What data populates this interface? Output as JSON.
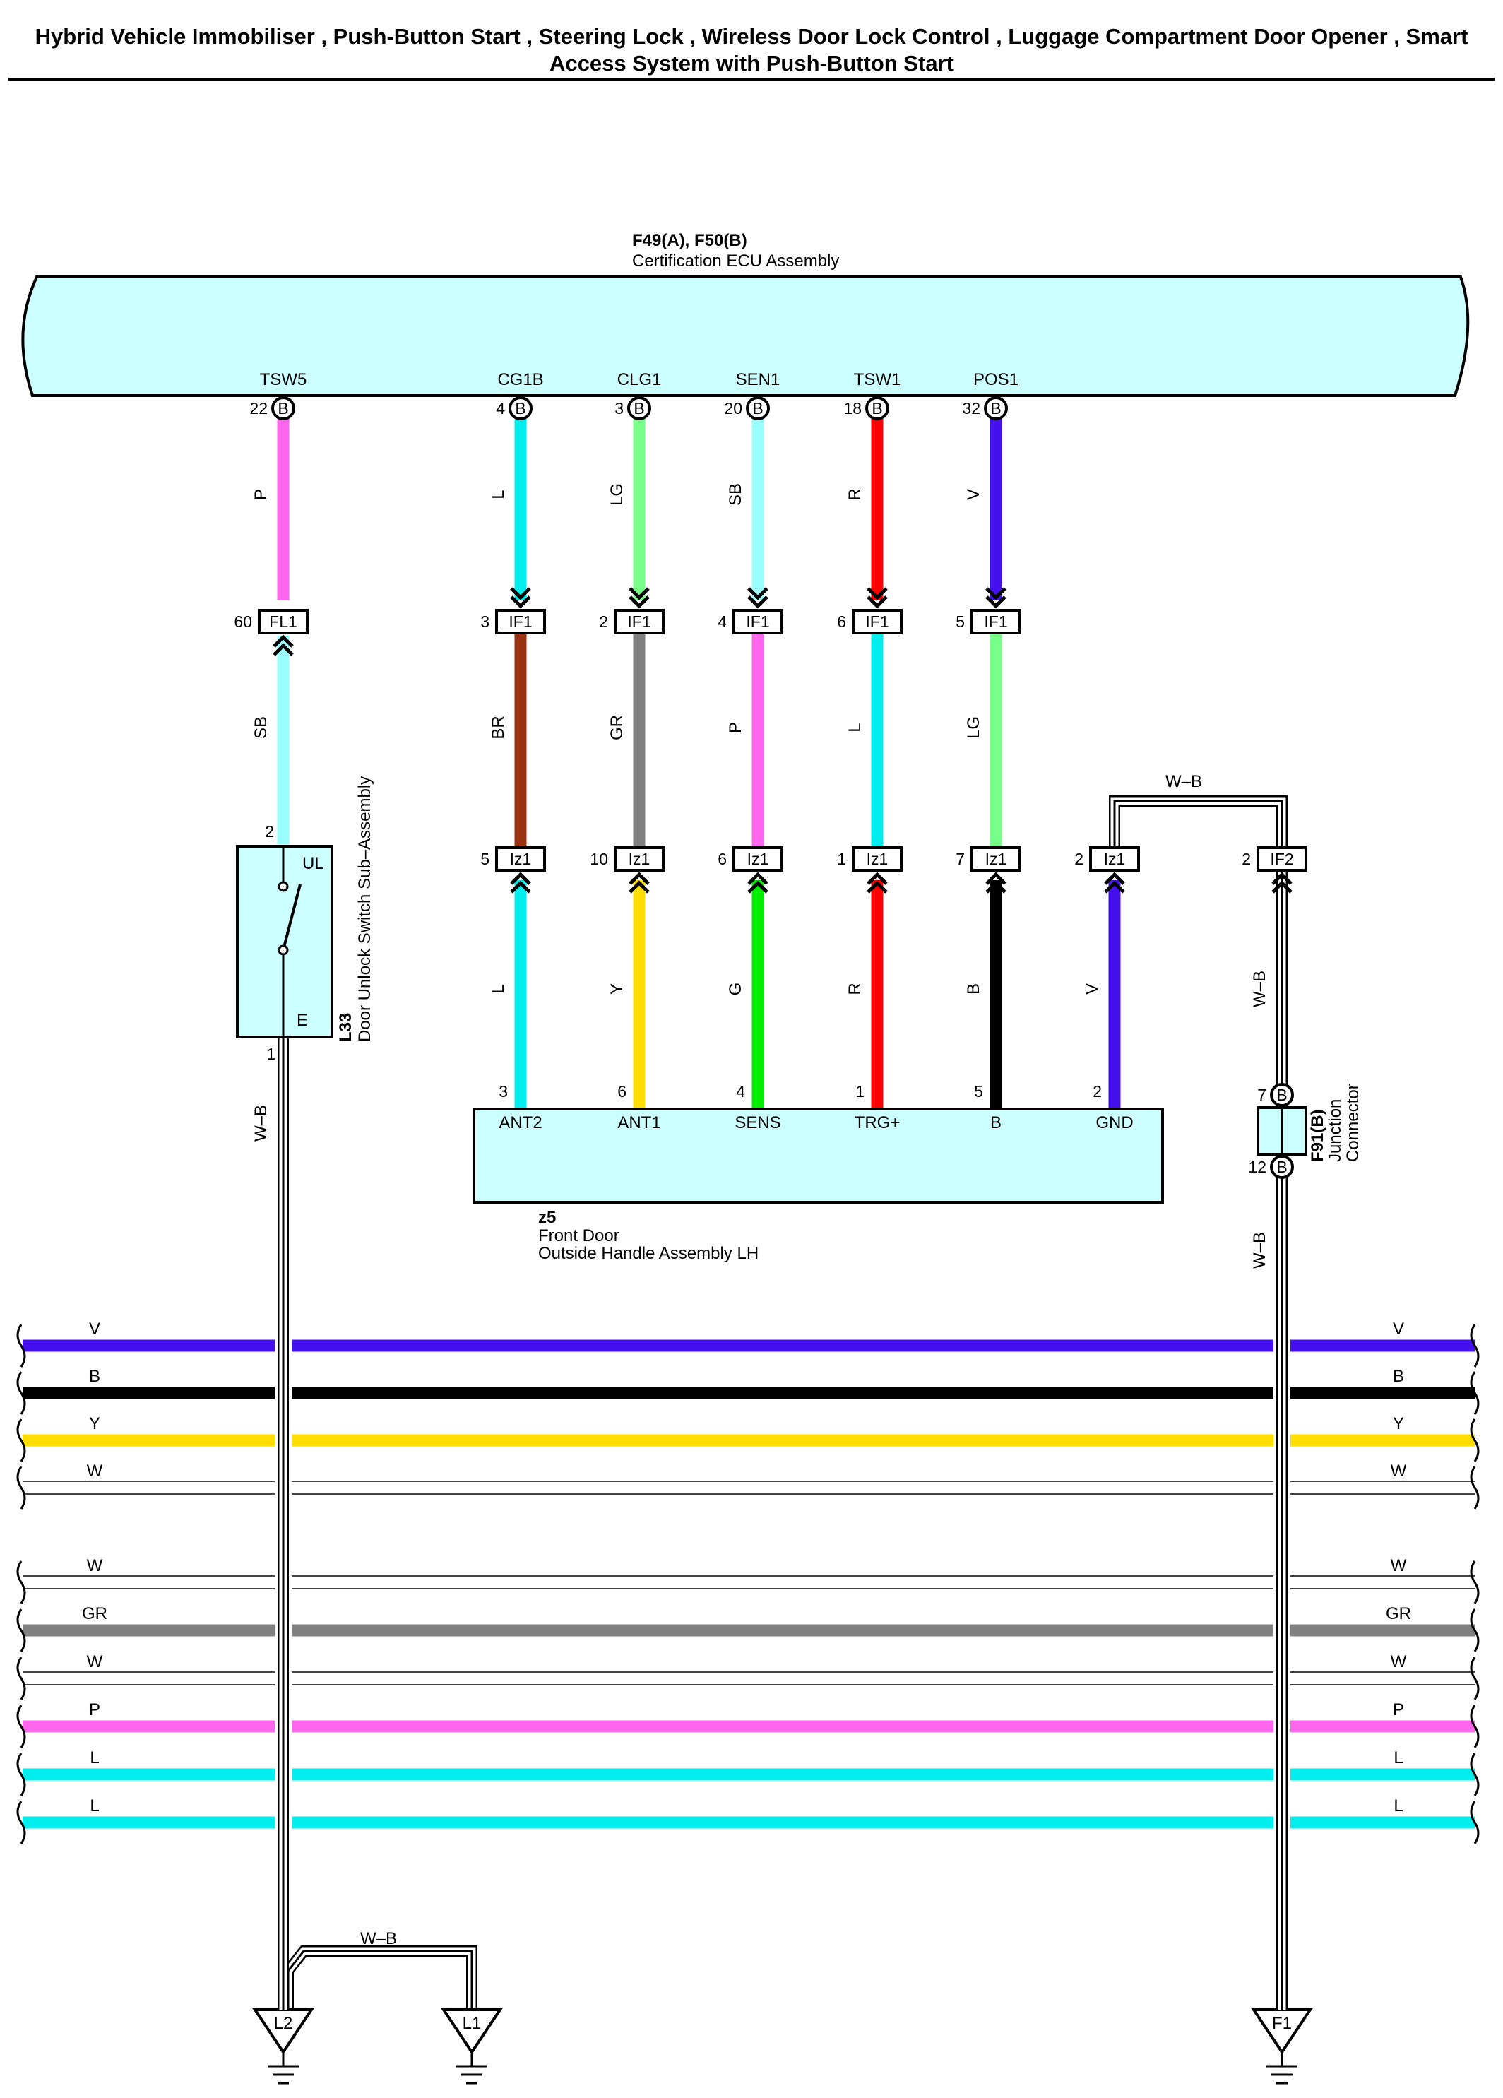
{
  "title": {
    "line1": "Hybrid Vehicle Immobiliser , Push-Button Start , Steering Lock , Wireless Door Lock Control , Luggage Compartment Door Opener , Smart",
    "line2": "Access System with Push-Button Start"
  },
  "ecu": {
    "code": "F49(A), F50(B)",
    "name": "Certification ECU Assembly"
  },
  "colors": {
    "P": "#ff66ee",
    "SB": "#99ffff",
    "L": "#00eeee",
    "LG": "#77ff88",
    "R": "#ff0000",
    "V": "#4411ee",
    "BR": "#993311",
    "GR": "#808080",
    "Y": "#ffdd00",
    "G": "#00ee00",
    "B": "#000000",
    "W": "#ffffff",
    "body": "#ccffff"
  },
  "circuits": [
    {
      "terminal": "TSW5",
      "pin": "22",
      "conn": "B",
      "wire_top": "P",
      "mid_conn": "FL1",
      "mid_pin": "60",
      "wire_mid": "SB"
    },
    {
      "terminal": "CG1B",
      "pin": "4",
      "conn": "B",
      "wire_top": "L",
      "mid_conn": "IF1",
      "mid_pin": "3",
      "wire_mid": "BR",
      "low_conn": "Iz1",
      "low_pin": "5",
      "wire_low": "L",
      "door_pin": "3",
      "door_term": "ANT2"
    },
    {
      "terminal": "CLG1",
      "pin": "3",
      "conn": "B",
      "wire_top": "LG",
      "mid_conn": "IF1",
      "mid_pin": "2",
      "wire_mid": "GR",
      "low_conn": "Iz1",
      "low_pin": "10",
      "wire_low": "Y",
      "door_pin": "6",
      "door_term": "ANT1"
    },
    {
      "terminal": "SEN1",
      "pin": "20",
      "conn": "B",
      "wire_top": "SB",
      "mid_conn": "IF1",
      "mid_pin": "4",
      "wire_mid": "P",
      "low_conn": "Iz1",
      "low_pin": "6",
      "wire_low": "G",
      "door_pin": "4",
      "door_term": "SENS"
    },
    {
      "terminal": "TSW1",
      "pin": "18",
      "conn": "B",
      "wire_top": "R",
      "mid_conn": "IF1",
      "mid_pin": "6",
      "wire_mid": "L",
      "low_conn": "Iz1",
      "low_pin": "1",
      "wire_low": "R",
      "door_pin": "1",
      "door_term": "TRG+"
    },
    {
      "terminal": "POS1",
      "pin": "32",
      "conn": "B",
      "wire_top": "V",
      "mid_conn": "IF1",
      "mid_pin": "5",
      "wire_mid": "LG",
      "low_conn": "Iz1",
      "low_pin": "7",
      "wire_low": "B",
      "door_pin": "5",
      "door_term": "B"
    }
  ],
  "gnd_branch": {
    "low_conn": "Iz1",
    "low_pin": "2",
    "wire_low": "V",
    "door_pin": "2",
    "door_term": "GND",
    "jumper_wire": "W–B",
    "if2_conn": "IF2",
    "if2_pin": "2",
    "if2_wire": "W–B"
  },
  "switch": {
    "code": "L33",
    "name": "Door Unlock Switch Sub–Assembly",
    "pin_top": "2",
    "pin_bottom": "1",
    "term_top": "UL",
    "term_bottom": "E",
    "wire_below": "W–B"
  },
  "door_handle": {
    "code": "z5",
    "name1": "Front Door",
    "name2": "Outside Handle Assembly LH"
  },
  "junction": {
    "code": "F91(B)",
    "name1": "Junction",
    "name2": "Connector",
    "pin_top": "7",
    "pin_bottom": "12",
    "conn": "B",
    "wire_below": "W–B"
  },
  "bus_lines": [
    "V",
    "B",
    "Y",
    "W",
    "W",
    "GR",
    "W",
    "P",
    "L",
    "L"
  ],
  "grounds": [
    {
      "label": "L2"
    },
    {
      "label": "L1"
    },
    {
      "label": "F1"
    }
  ],
  "ground_jumper_wire": "W–B"
}
